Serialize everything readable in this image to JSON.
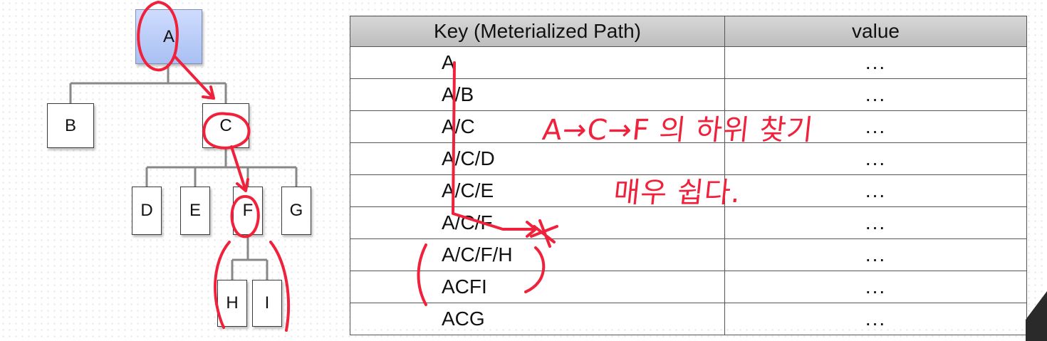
{
  "tree": {
    "nodes": [
      {
        "id": "A",
        "label": "A"
      },
      {
        "id": "B",
        "label": "B"
      },
      {
        "id": "C",
        "label": "C"
      },
      {
        "id": "D",
        "label": "D"
      },
      {
        "id": "E",
        "label": "E"
      },
      {
        "id": "F",
        "label": "F"
      },
      {
        "id": "G",
        "label": "G"
      },
      {
        "id": "H",
        "label": "H"
      },
      {
        "id": "I",
        "label": "I"
      }
    ],
    "edges": [
      [
        "A",
        "B"
      ],
      [
        "A",
        "C"
      ],
      [
        "C",
        "D"
      ],
      [
        "C",
        "E"
      ],
      [
        "C",
        "F"
      ],
      [
        "C",
        "G"
      ],
      [
        "F",
        "H"
      ],
      [
        "F",
        "I"
      ]
    ]
  },
  "table": {
    "headers": {
      "key": "Key (Meterialized Path)",
      "value": "value"
    },
    "rows": [
      {
        "key": "A",
        "value": "..."
      },
      {
        "key": "A/B",
        "value": "..."
      },
      {
        "key": "A/C",
        "value": "..."
      },
      {
        "key": "A/C/D",
        "value": "..."
      },
      {
        "key": "A/C/E",
        "value": "..."
      },
      {
        "key": "A/C/F",
        "value": "..."
      },
      {
        "key": "A/C/F/H",
        "value": "..."
      },
      {
        "key": "ACFI",
        "value": "..."
      },
      {
        "key": "ACG",
        "value": "..."
      }
    ]
  },
  "annotations": {
    "note_1": "A→C→F 의 하위 찾기",
    "note_2": "매우 쉽다.",
    "ink_color": "#f0213a"
  },
  "colors": {
    "root_node_fill": "#b9ccf6",
    "header_fill": "#cacaca",
    "line_color": "#888888"
  }
}
